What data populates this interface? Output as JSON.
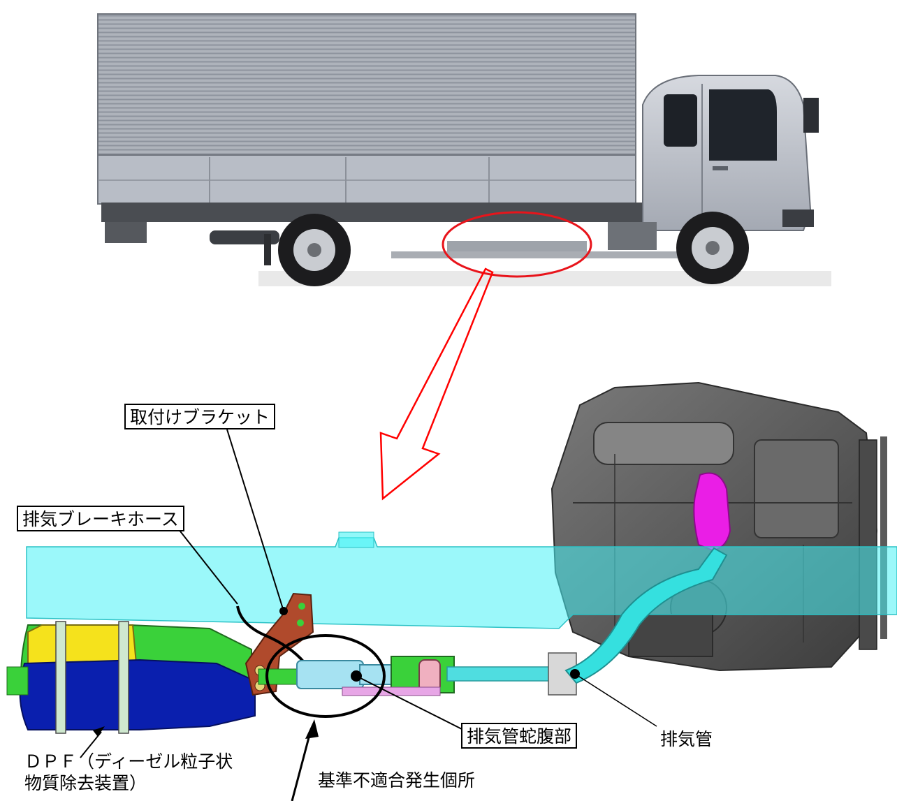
{
  "labels": {
    "bracket": "取付けブラケット",
    "brake_hose": "排気ブレーキホース",
    "bellows": "排気管蛇腹部",
    "exhaust_pipe": "排気管",
    "dpf_line1": "ＤＰＦ（ディーゼル粒子状",
    "dpf_line2": "物質除去装置）",
    "defect_location": "基準不適合発生個所"
  },
  "icons": {
    "truck": "truck-side-view",
    "engine": "engine-assembly",
    "arrow": "down-arrow"
  },
  "colors": {
    "highlight_ellipse": "#e8141b",
    "arrow": "#ff0000",
    "frame": "#49f3f5",
    "exhaust_pipe": "#35e0df",
    "dpf_body": "#0a1fae",
    "dpf_top": "#f5e21c",
    "dpf_green": "#3ad13a",
    "bracket": "#b04a2c",
    "turbo": "#ea1ee6",
    "engine": "#5a5a5a",
    "truck_body": "#b7bcc6"
  }
}
